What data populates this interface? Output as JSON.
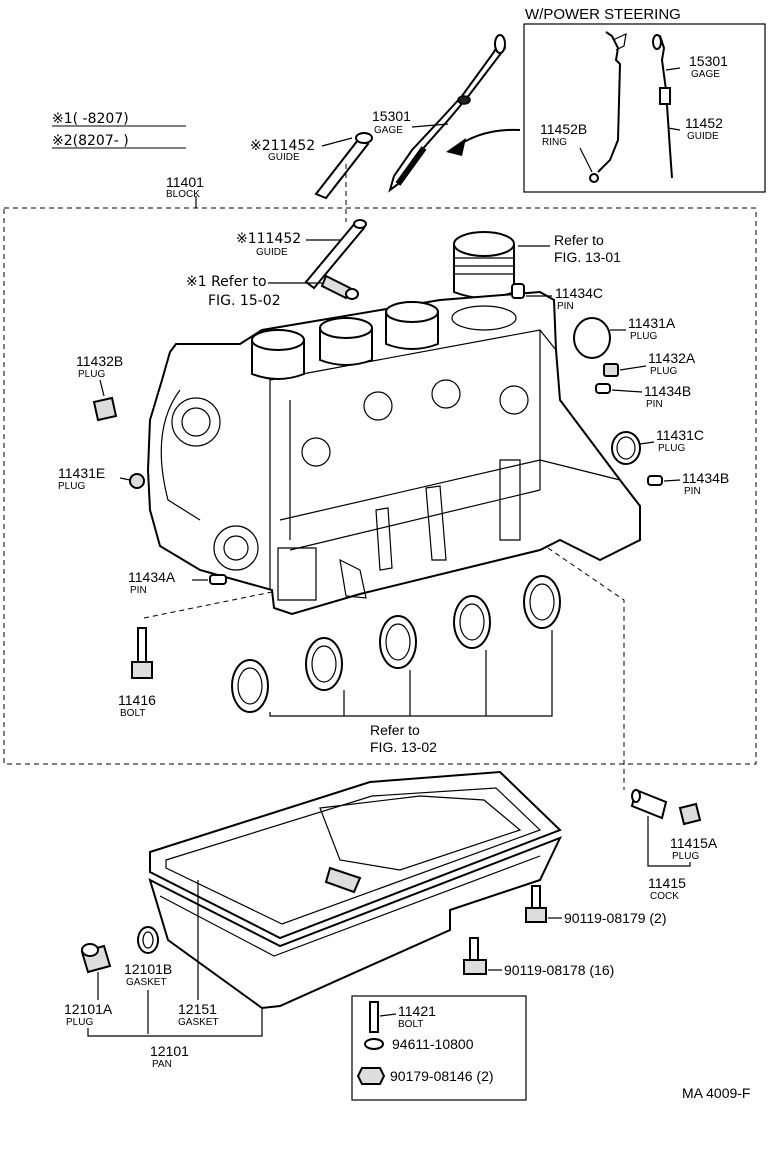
{
  "inset": {
    "title": "W/POWER STEERING",
    "gage": {
      "num": "15301",
      "name": "GAGE"
    },
    "guide": {
      "num": "11452",
      "name": "GUIDE"
    },
    "ring": {
      "num": "11452B",
      "name": "RING"
    }
  },
  "notes": {
    "n1": "※1(      -8207)",
    "n2": "※2(8207-         )"
  },
  "labels": {
    "block": {
      "num": "11401",
      "name": "BLOCK"
    },
    "gage": {
      "num": "15301",
      "name": "GAGE"
    },
    "guide2": {
      "num": "※211452",
      "name": "GUIDE"
    },
    "guide1": {
      "num": "※111452",
      "name": "GUIDE"
    },
    "ref1501": {
      "l1": "※1 Refer to",
      "l2": "FIG. 15-02"
    },
    "ref1301": {
      "l1": "Refer to",
      "l2": "FIG. 13-01"
    },
    "pin11434c": {
      "num": "11434C",
      "name": "PIN"
    },
    "plug11431a": {
      "num": "11431A",
      "name": "PLUG"
    },
    "plug11432a": {
      "num": "11432A",
      "name": "PLUG"
    },
    "pin11434b_a": {
      "num": "11434B",
      "name": "PIN"
    },
    "plug11431c": {
      "num": "11431C",
      "name": "PLUG"
    },
    "pin11434b_b": {
      "num": "11434B",
      "name": "PIN"
    },
    "plug11432b": {
      "num": "11432B",
      "name": "PLUG"
    },
    "plug11431e": {
      "num": "11431E",
      "name": "PLUG"
    },
    "pin11434a": {
      "num": "11434A",
      "name": "PIN"
    },
    "bolt11416": {
      "num": "11416",
      "name": "BOLT"
    },
    "ref1302": {
      "l1": "Refer to",
      "l2": "FIG. 13-02"
    },
    "plug11415a": {
      "num": "11415A",
      "name": "PLUG"
    },
    "cock11415": {
      "num": "11415",
      "name": "COCK"
    },
    "bolt90119_08179": "90119-08179 (2)",
    "bolt90119_08178": "90119-08178 (16)",
    "gasket12101b": {
      "num": "12101B",
      "name": "GASKET"
    },
    "plug12101a": {
      "num": "12101A",
      "name": "PLUG"
    },
    "gasket12151": {
      "num": "12151",
      "name": "GASKET"
    },
    "pan12101": {
      "num": "12101",
      "name": "PAN"
    },
    "bolt11421": {
      "num": "11421",
      "name": "BOLT"
    },
    "washer94611": "94611-10800",
    "nut90179": "90179-08146 (2)",
    "code": "MA 4009-F"
  }
}
